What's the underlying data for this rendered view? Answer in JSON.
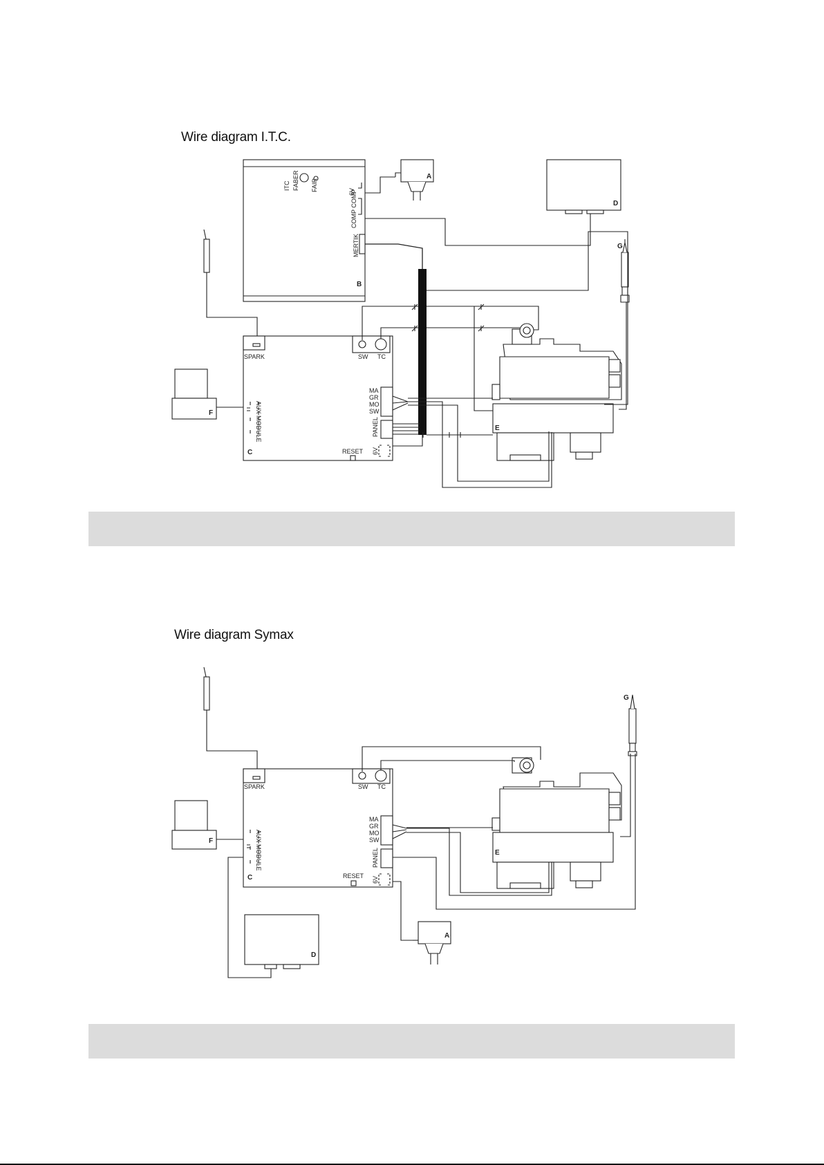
{
  "diagrams": [
    {
      "title": "Wire diagram I.T.C.",
      "labels": {
        "A": "A",
        "B": "B",
        "C": "C",
        "D": "D",
        "E": "E",
        "F": "F",
        "G": "G",
        "itc": "ITC",
        "faber": "FABER",
        "fair": "FAIR",
        "v6_top": "6V",
        "comp": "COMP COMP",
        "mertik": "MERTIK",
        "spark": "SPARK",
        "sw": "SW",
        "tc": "TC",
        "ma": "MA",
        "gr": "GR",
        "mo": "MO",
        "sw2": "SW",
        "panel": "PANEL",
        "v6": "6V",
        "reset": "RESET",
        "aux": "AUX MODULE"
      }
    },
    {
      "title": "Wire diagram Symax",
      "labels": {
        "A": "A",
        "C": "C",
        "D": "D",
        "E": "E",
        "F": "F",
        "G": "G",
        "spark": "SPARK",
        "sw": "SW",
        "tc": "TC",
        "ma": "MA",
        "gr": "GR",
        "mo": "MO",
        "sw2": "SW",
        "panel": "PANEL",
        "v6": "6V",
        "reset": "RESET",
        "aux": "AUX MODULE"
      }
    }
  ]
}
